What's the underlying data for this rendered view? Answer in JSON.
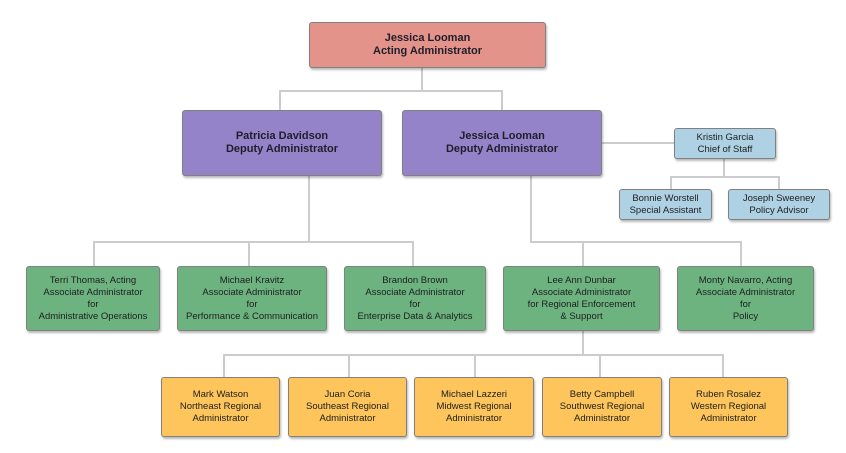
{
  "colors": {
    "administrator": "#E4938B",
    "deputy": "#9583C9",
    "staff": "#AFD1E4",
    "associate": "#6DB37F",
    "regional": "#FDC55B",
    "connector": "#CCCCCC",
    "border": "#808080"
  },
  "org": {
    "administrator": {
      "lines": [
        "Jessica Looman",
        "Acting Administrator"
      ]
    },
    "deputy_davidson": {
      "lines": [
        "Patricia Davidson",
        "Deputy Administrator"
      ]
    },
    "deputy_looman": {
      "lines": [
        "Jessica Looman",
        "Deputy Administrator"
      ]
    },
    "chief_of_staff": {
      "lines": [
        "Kristin Garcia",
        "Chief of Staff"
      ]
    },
    "special_assistant": {
      "lines": [
        "Bonnie Worstell",
        "Special Assistant"
      ]
    },
    "policy_advisor": {
      "lines": [
        "Joseph Sweeney",
        "Policy Advisor"
      ]
    },
    "assoc_admin_ops": {
      "lines": [
        "Terri Thomas, Acting",
        "Associate Administrator",
        "for",
        "Administrative Operations"
      ]
    },
    "assoc_perf_comm": {
      "lines": [
        "Michael Kravitz",
        "Associate Administrator",
        "for",
        "Performance & Communication"
      ]
    },
    "assoc_data": {
      "lines": [
        "Brandon Brown",
        "Associate Administrator",
        "for",
        "Enterprise Data & Analytics"
      ]
    },
    "assoc_regional": {
      "lines": [
        "Lee Ann Dunbar",
        "Associate Administrator",
        "for Regional Enforcement",
        "& Support"
      ]
    },
    "assoc_policy": {
      "lines": [
        "Monty Navarro, Acting",
        "Associate Administrator",
        "for",
        "Policy"
      ]
    },
    "regional_northeast": {
      "lines": [
        "Mark Watson",
        "Northeast Regional",
        "Administrator"
      ]
    },
    "regional_southeast": {
      "lines": [
        "Juan Coria",
        "Southeast Regional",
        "Administrator"
      ]
    },
    "regional_midwest": {
      "lines": [
        "Michael Lazzeri",
        "Midwest Regional",
        "Administrator"
      ]
    },
    "regional_southwest": {
      "lines": [
        "Betty Campbell",
        "Southwest Regional",
        "Administrator"
      ]
    },
    "regional_western": {
      "lines": [
        "Ruben Rosalez",
        "Western Regional",
        "Administrator"
      ]
    }
  }
}
